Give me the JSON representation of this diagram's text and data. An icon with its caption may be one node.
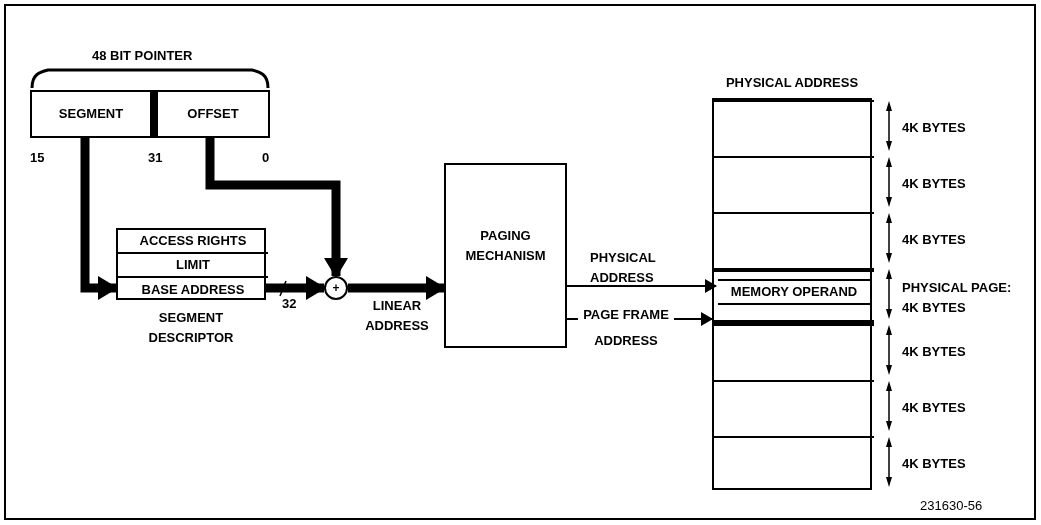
{
  "diagram": {
    "nodes": [
      {
        "text": [
          "SEGMENT"
        ]
      },
      {
        "text": [
          "OFFSET"
        ]
      },
      {
        "text": [
          "SEGMENT DESCRIPTOR"
        ]
      },
      {
        "text": [
          "ACCESS RIGHTS"
        ],
        "in": 2
      },
      {
        "text": [
          "LIMIT"
        ],
        "in": 2
      },
      {
        "text": [
          "BASE ADDRESS"
        ],
        "in": 2
      },
      {
        "text": [
          "+"
        ]
      },
      {
        "text": [
          "PAGING MECHANISM"
        ]
      },
      {
        "text": [
          "PHYSICAL ADDRESS"
        ]
      },
      {
        "text": [],
        "shape": "box",
        "in": 8
      },
      {
        "text": [],
        "shape": "box",
        "in": 8
      },
      {
        "text": [],
        "shape": "box",
        "in": 8
      },
      {
        "text": [],
        "shape": "box",
        "in": 8
      },
      {
        "text": [
          "MEMORY OPERAND"
        ],
        "in": 12
      },
      {
        "text": [],
        "shape": "box",
        "in": 8
      },
      {
        "text": [],
        "shape": "box",
        "in": 8
      },
      {
        "text": [],
        "shape": "box",
        "in": 8
      }
    ],
    "edges": [
      {
        "from": 0,
        "to": 5,
        "arrow": "to"
      },
      {
        "from": 1,
        "to": 6,
        "arrow": "to"
      },
      {
        "from": 5,
        "to": 6,
        "arrow": "to",
        "label": "32"
      },
      {
        "from": 6,
        "to": 7,
        "arrow": "to",
        "label": "LINEAR ADDRESS"
      },
      {
        "from": 7,
        "to": 13,
        "arrow": "to",
        "label": "PHYSICAL ADDRESS"
      },
      {
        "from": 7,
        "to": 12,
        "arrow": "to",
        "label": "PAGE FRAME ADDRESS"
      }
    ],
    "labels": [
      "48 BIT POINTER",
      "15",
      "31",
      "0",
      "4K BYTES",
      "4K BYTES",
      "4K BYTES",
      "PHYSICAL PAGE: 4K BYTES",
      "4K BYTES",
      "4K BYTES",
      "4K BYTES",
      "231630-56"
    ]
  }
}
